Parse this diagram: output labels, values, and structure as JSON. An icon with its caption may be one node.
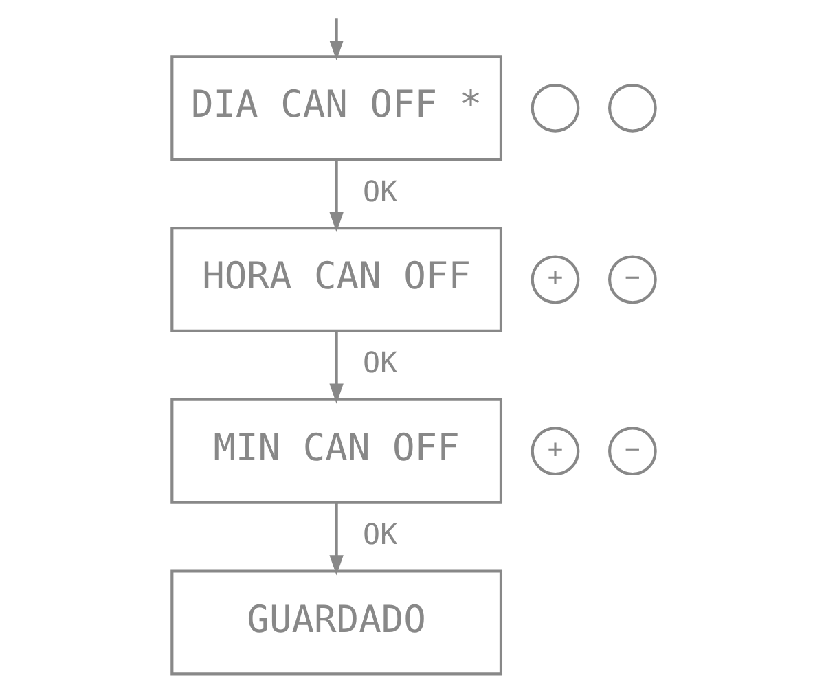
{
  "diagram": {
    "nodes": [
      {
        "text": [
          "DIA CAN OFF *"
        ]
      },
      {
        "text": [
          "HORA CAN OFF"
        ]
      },
      {
        "text": [
          "MIN CAN OFF"
        ]
      },
      {
        "text": [
          "GUARDADO"
        ]
      },
      {
        "text": [],
        "shape": "circle"
      },
      {
        "text": [],
        "shape": "circle"
      },
      {
        "text": [
          "+"
        ]
      },
      {
        "text": [
          "−"
        ]
      },
      {
        "text": [
          "+"
        ]
      },
      {
        "text": [
          "−"
        ]
      }
    ],
    "edges": [
      {
        "from": null,
        "to": 0,
        "arrow": "to"
      },
      {
        "from": 0,
        "to": 1,
        "arrow": "to",
        "label": "OK"
      },
      {
        "from": 1,
        "to": 2,
        "arrow": "to",
        "label": "OK"
      },
      {
        "from": 2,
        "to": 3,
        "arrow": "to",
        "label": "OK"
      }
    ]
  }
}
